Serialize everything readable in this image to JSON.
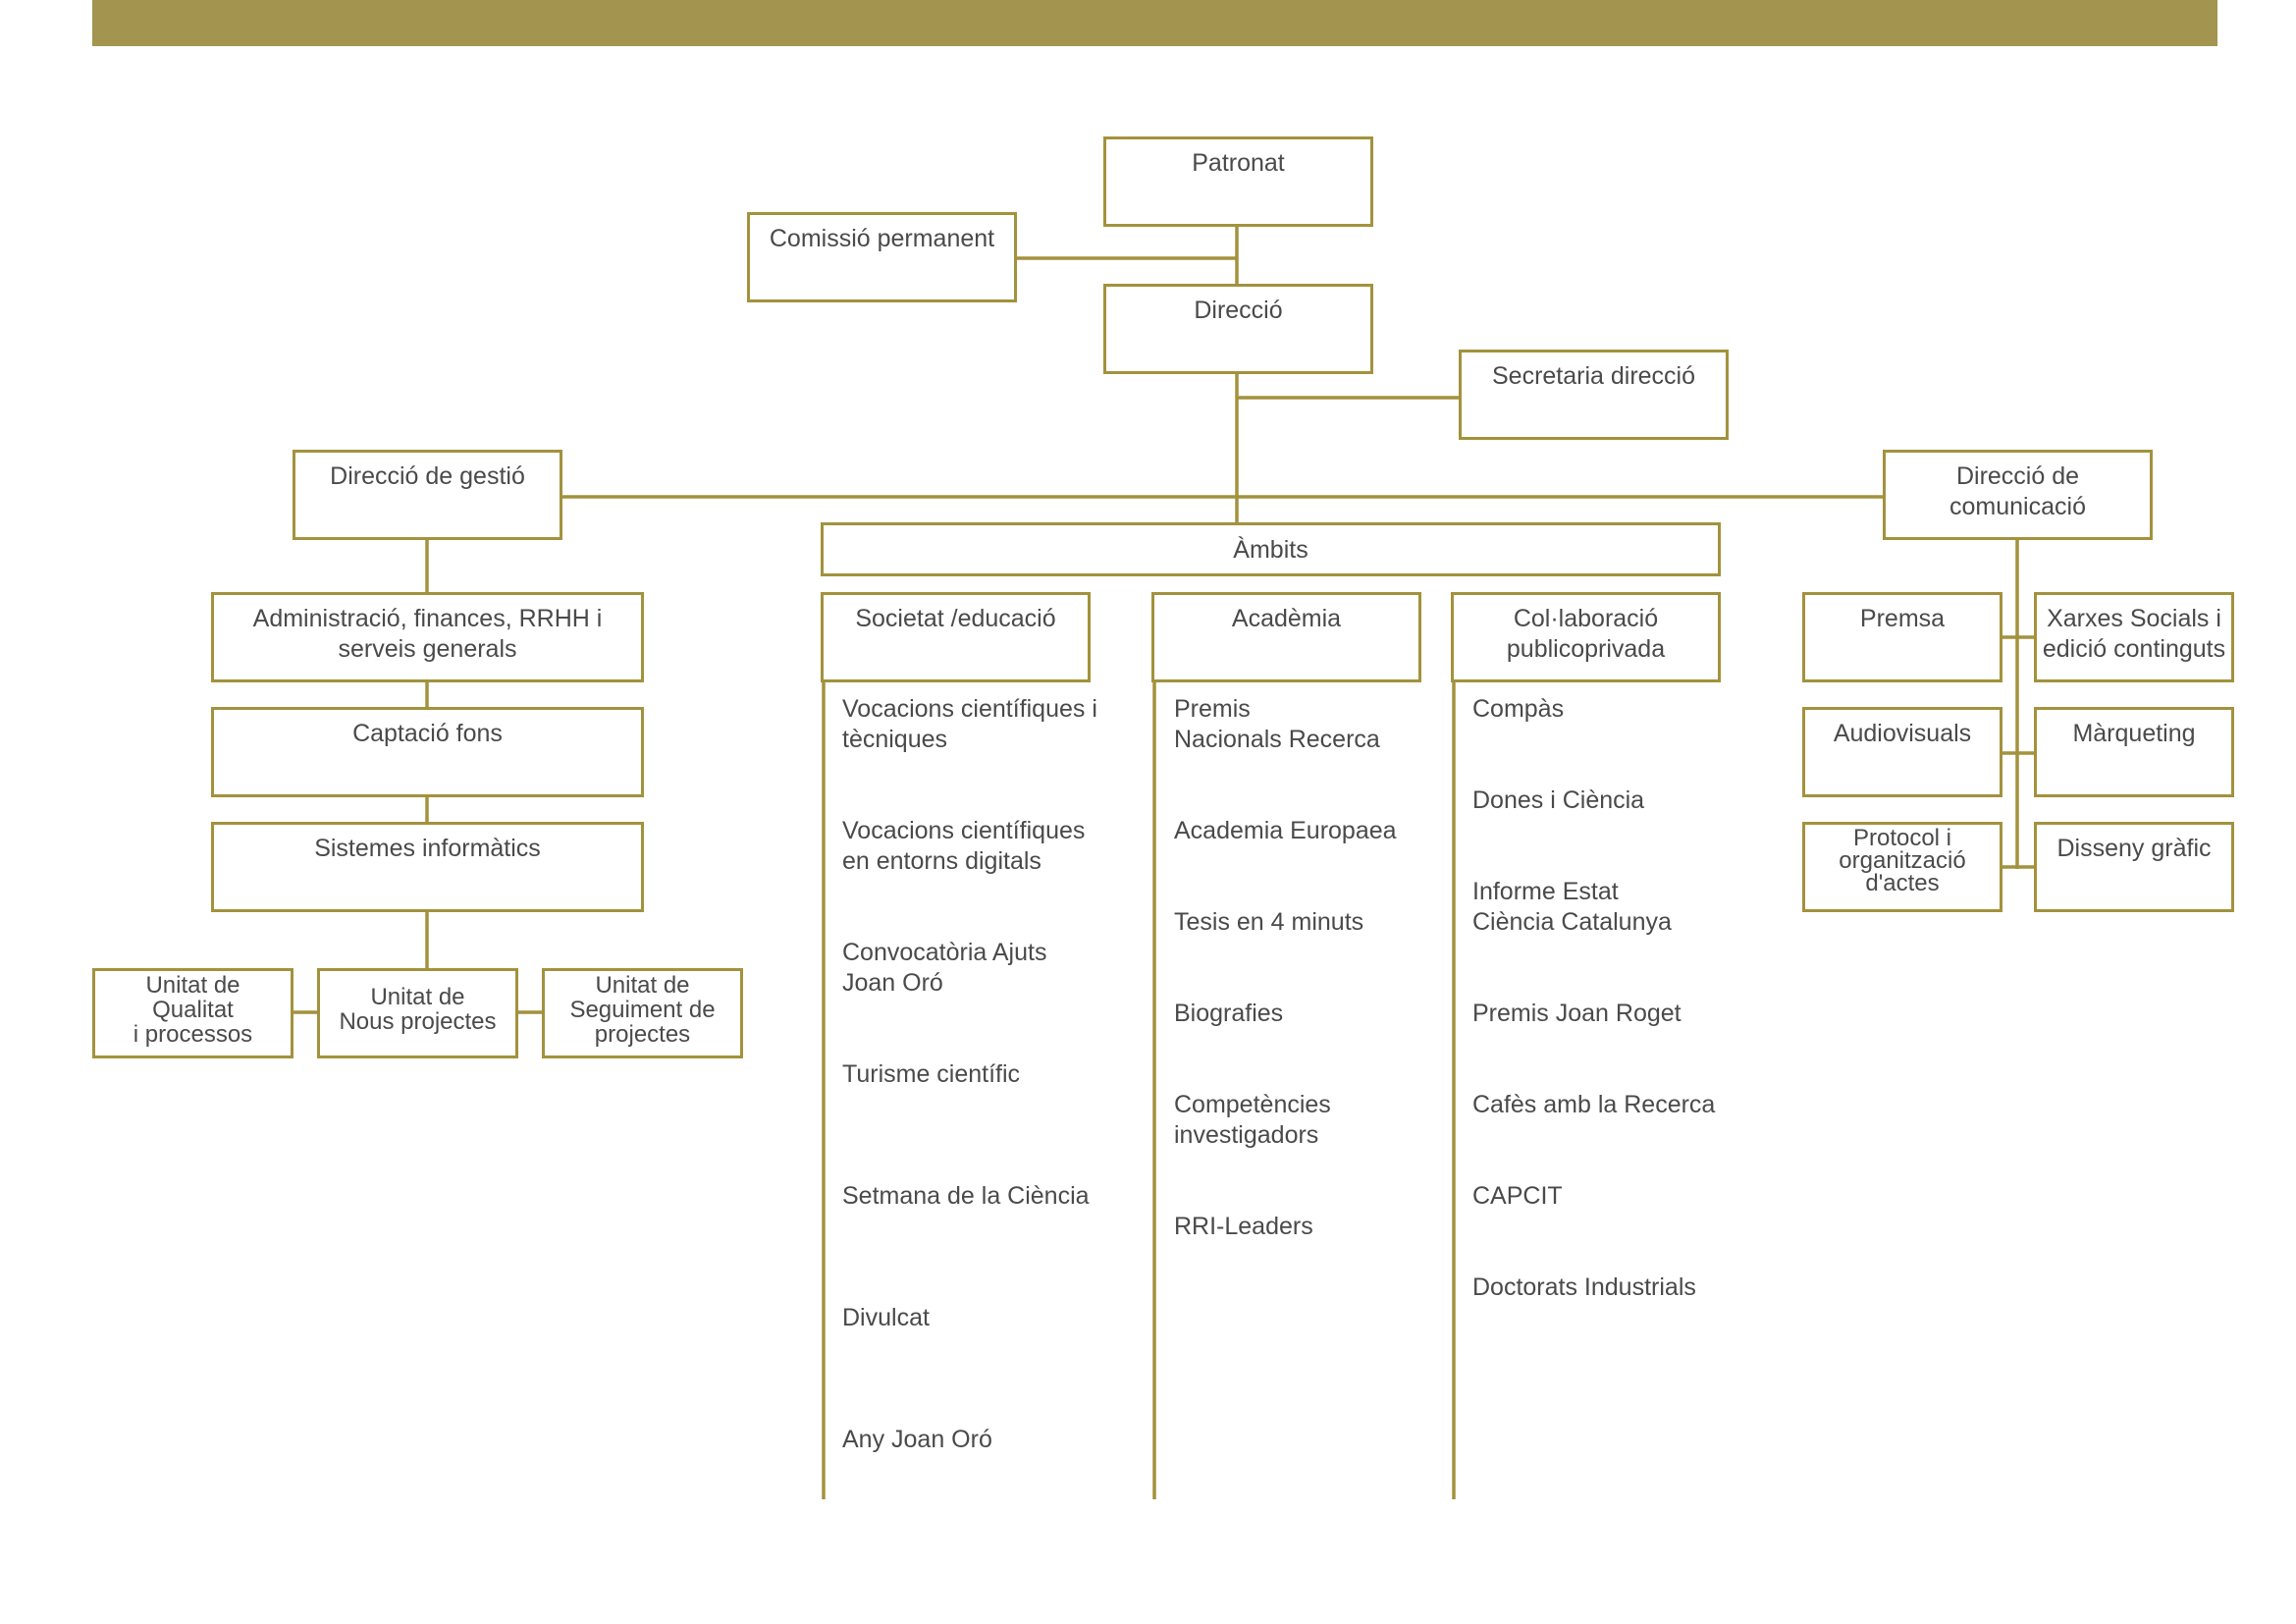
{
  "colors": {
    "accent": "#a3923d",
    "topbar": "#a3944f",
    "text": "#4a4a4a"
  },
  "nodes": {
    "patronat": "Patronat",
    "comissio": "Comissió permanent",
    "direccio": "Direcció",
    "secretaria": "Secretaria direcció",
    "direccio_gestio": "Direcció de gestió",
    "ambits": "Àmbits",
    "direccio_comunicacio": "Direcció de\ncomunicació"
  },
  "gestio": {
    "administracio": "Administració, finances, RRHH  i\nserveis generals",
    "captacio": "Captació fons",
    "sistemes": "Sistemes informàtics",
    "unitat_qualitat": "Unitat de\nQualitat\ni processos",
    "unitat_nous": "Unitat de\nNous projectes",
    "unitat_seguiment": "Unitat de\nSeguiment de\nprojectes"
  },
  "ambits": {
    "societat": {
      "title": "Societat /educació",
      "items": [
        "Vocacions científiques i\ntècniques",
        "Vocacions científiques\nen entorns digitals",
        "Convocatòria Ajuts\nJoan Oró",
        "Turisme científic",
        "Setmana de la Ciència",
        "Divulcat",
        "Any Joan Oró"
      ]
    },
    "academia": {
      "title": "Acadèmia",
      "items": [
        "Premis\nNacionals Recerca",
        "Academia Europaea",
        "Tesis en 4 minuts",
        "Biografies",
        "Competències\ninvestigadors",
        "RRI-Leaders"
      ]
    },
    "collaboracio": {
      "title": "Col·laboració\npublicoprivada",
      "items": [
        "Compàs",
        "Dones i Ciència",
        "Informe Estat\nCiència Catalunya",
        "Premis Joan Roget",
        "Cafès amb la Recerca",
        "CAPCIT",
        "Doctorats Industrials"
      ]
    }
  },
  "comunicacio": {
    "premsa": "Premsa",
    "xarxes": "Xarxes Socials i\nedició continguts",
    "audiovisuals": "Audiovisuals",
    "marqueting": "Màrqueting",
    "protocol": "Protocol i\norganització\nd'actes",
    "disseny": "Disseny gràfic"
  }
}
